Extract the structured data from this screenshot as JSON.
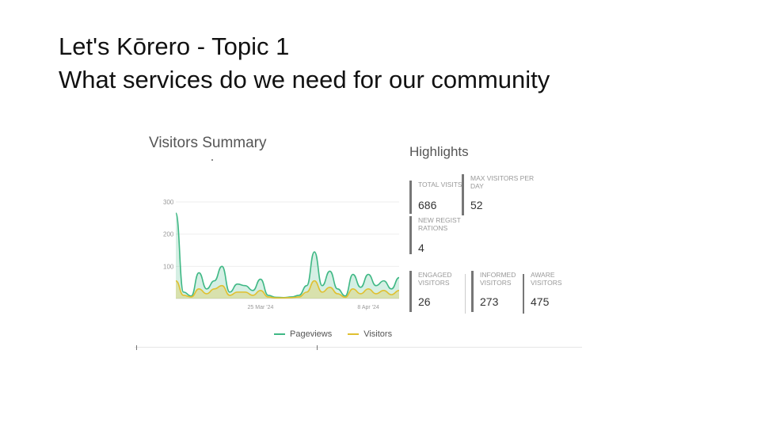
{
  "slide": {
    "title_line1": "Let's Kōrero - Topic 1",
    "title_line2": "What services do we need for our community"
  },
  "visitors_summary": {
    "title": "Visitors Summary",
    "legend": [
      {
        "label": "Pageviews",
        "color": "#3fb885"
      },
      {
        "label": "Visitors",
        "color": "#e0c030"
      }
    ]
  },
  "highlights": {
    "title": "Highlights",
    "stats": [
      {
        "label": "TOTAL VISITS",
        "value": "686"
      },
      {
        "label": "MAX VISITORS PER DAY",
        "value": "52"
      },
      {
        "label": "NEW REGISTRATIONS",
        "value": "4"
      },
      {
        "label": "ENGAGED VISITORS",
        "value": "26"
      },
      {
        "label": "INFORMED VISITORS",
        "value": "273"
      },
      {
        "label": "AWARE VISITORS",
        "value": "475"
      }
    ]
  },
  "chart_data": {
    "type": "area",
    "title": "Visitors Summary",
    "xlabel": "",
    "ylabel": "",
    "ylim": [
      0,
      300
    ],
    "yticks": [
      100,
      200,
      300
    ],
    "xtick_labels": [
      "25 Mar '24",
      "8 Apr '24"
    ],
    "xtick_index": [
      11,
      25
    ],
    "grid": true,
    "legend_position": "bottom",
    "series": [
      {
        "name": "Pageviews",
        "color": "#3fb885",
        "values": [
          265,
          20,
          8,
          80,
          30,
          55,
          100,
          20,
          45,
          40,
          25,
          60,
          10,
          4,
          3,
          5,
          10,
          40,
          145,
          40,
          85,
          30,
          8,
          75,
          35,
          75,
          40,
          55,
          30,
          65
        ]
      },
      {
        "name": "Visitors",
        "color": "#e0c030",
        "values": [
          55,
          10,
          5,
          30,
          15,
          30,
          40,
          10,
          20,
          20,
          10,
          25,
          5,
          2,
          2,
          3,
          5,
          20,
          55,
          20,
          35,
          15,
          4,
          30,
          15,
          30,
          15,
          25,
          12,
          25
        ]
      }
    ]
  }
}
